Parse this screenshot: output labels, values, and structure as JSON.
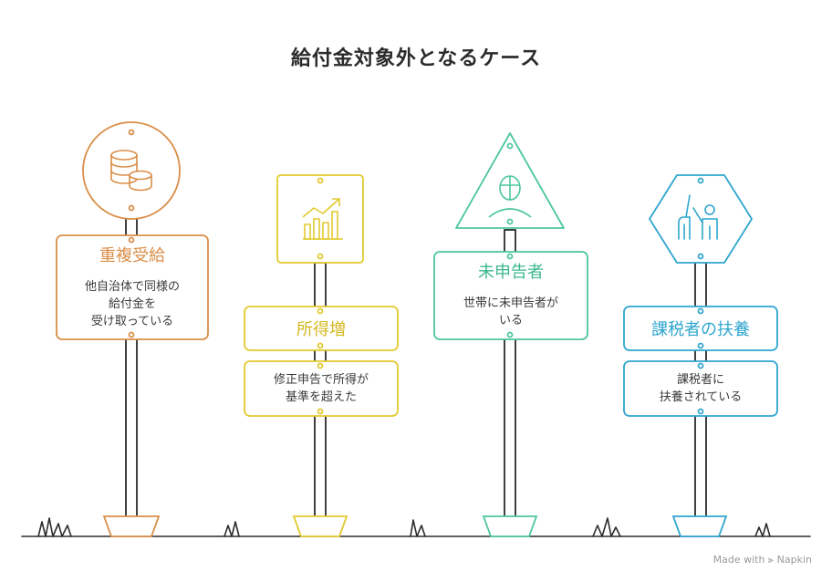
{
  "title": "給付金対象外となるケース",
  "colors": {
    "orange": "#D98E47",
    "yellow": "#E2C92E",
    "green": "#4CC79B",
    "blue": "#2FA6CF",
    "pole": "#2b2b2b"
  },
  "cases": [
    {
      "label": "重複受給",
      "text": "他自治体で同様の\n給付金を\n受け取っている",
      "icon": "coins-icon",
      "color": "orange"
    },
    {
      "label": "所得増",
      "text": "修正申告で所得が\n基準を超えた",
      "icon": "chart-up-icon",
      "color": "yellow"
    },
    {
      "label": "未申告者",
      "text": "世帯に未申告者が\nいる",
      "icon": "person-icon",
      "color": "green"
    },
    {
      "label": "課税者の扶養",
      "text": "課税者に\n扶養されている",
      "icon": "family-icon",
      "color": "blue"
    }
  ],
  "watermark": "Made with ⫸ Napkin"
}
